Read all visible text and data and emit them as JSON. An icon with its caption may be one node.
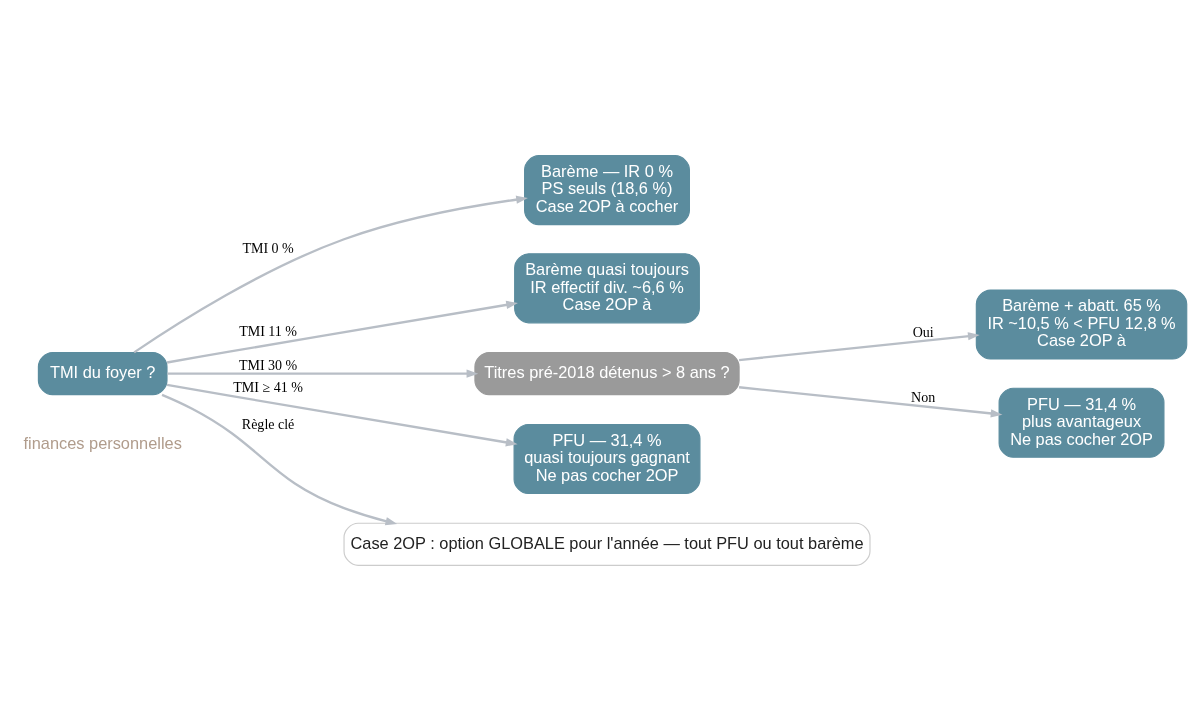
{
  "diagram": {
    "nodes": [
      {
        "text": [
          "TMI du foyer ?"
        ]
      },
      {
        "text": [
          "Barème — IR 0 %",
          "PS seuls (18,6 %)",
          "Case 2OP à cocher"
        ]
      },
      {
        "text": [
          "Barème quasi toujours",
          "IR effectif div. ~6,6 %",
          "Case 2OP à"
        ]
      },
      {
        "text": [
          "Titres pré-2018 détenus > 8 ans ?"
        ]
      },
      {
        "text": [
          "Barème + abatt. 65 %",
          "IR ~10,5 % < PFU 12,8 %",
          "Case 2OP à"
        ]
      },
      {
        "text": [
          "PFU — 31,4 %",
          "plus avantageux",
          "Ne pas cocher 2OP"
        ]
      },
      {
        "text": [
          "PFU — 31,4 %",
          "quasi toujours gagnant",
          "Ne pas cocher 2OP"
        ]
      },
      {
        "text": [
          "Case 2OP : option GLOBALE pour l'année — tout PFU ou tout barème"
        ]
      }
    ],
    "edges": [
      {
        "from": 0,
        "to": 1,
        "arrow": "to",
        "label": "TMI 0 %"
      },
      {
        "from": 0,
        "to": 2,
        "arrow": "to",
        "label": "TMI 11 %"
      },
      {
        "from": 0,
        "to": 3,
        "arrow": "to",
        "label": "TMI 30 %"
      },
      {
        "from": 3,
        "to": 4,
        "arrow": "to",
        "label": "Oui"
      },
      {
        "from": 3,
        "to": 5,
        "arrow": "to",
        "label": "Non"
      },
      {
        "from": 0,
        "to": 6,
        "arrow": "to",
        "label": "TMI ≥ 41 %"
      },
      {
        "from": 0,
        "to": 7,
        "arrow": "to",
        "label": "Règle clé"
      }
    ],
    "labels": [
      "finances personnelles"
    ]
  }
}
